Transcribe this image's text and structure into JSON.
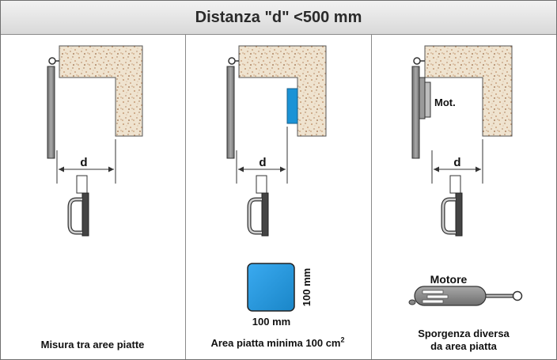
{
  "header": {
    "title": "Distanza \"d\" <500 mm"
  },
  "panels": [
    {
      "caption": "Misura tra aree piatte",
      "dim_label": "d"
    },
    {
      "caption_main": "Area piatta minima 100 cm",
      "caption_sup": "2",
      "dim_label": "d",
      "square_width_label": "100 mm",
      "square_height_label": "100 mm"
    },
    {
      "caption_line1": "Sporgenza diversa",
      "caption_line2": "da area piatta",
      "dim_label": "d",
      "mot_label": "Mot.",
      "motor_label": "Motore"
    }
  ],
  "colors": {
    "blue": "#1b93d6",
    "grey": "#8e8e8e",
    "stone": "#efe3cf"
  }
}
